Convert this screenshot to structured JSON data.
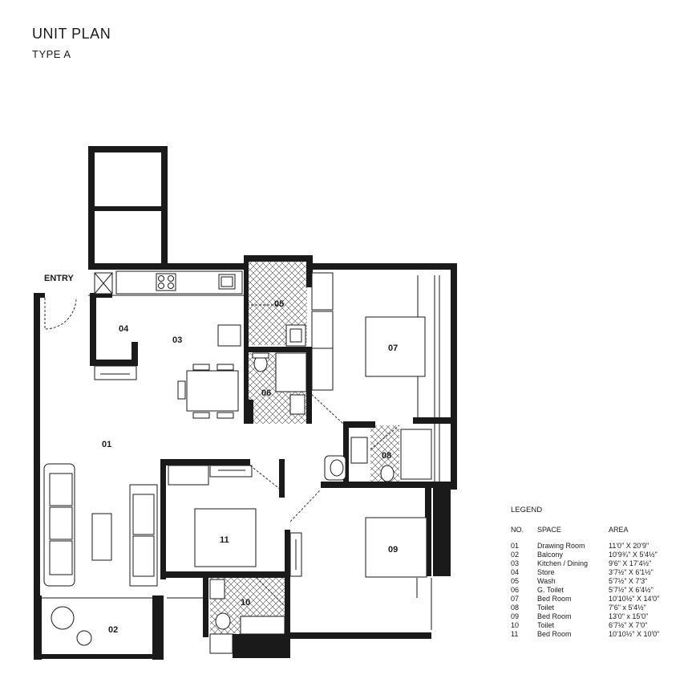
{
  "title": "UNIT PLAN",
  "subtitle": "TYPE A",
  "entry_label": "ENTRY",
  "rooms": [
    "01",
    "02",
    "03",
    "04",
    "05",
    "06",
    "07",
    "08",
    "09",
    "10",
    "11"
  ],
  "legend": {
    "title": "LEGEND",
    "headers": [
      "NO.",
      "SPACE",
      "AREA"
    ],
    "rows": [
      {
        "no": "01",
        "space": "Drawing Room",
        "area": "11'0\" X 20'9\""
      },
      {
        "no": "02",
        "space": "Balcony",
        "area": "10'9¾\" X 5'4½\""
      },
      {
        "no": "03",
        "space": "Kitchen / Dining",
        "area": "9'6\" X 17'4½\""
      },
      {
        "no": "04",
        "space": "Store",
        "area": "3'7½\" X 6'1½\""
      },
      {
        "no": "05",
        "space": "Wash",
        "area": "5'7½\" X 7'3\""
      },
      {
        "no": "06",
        "space": "G. Toilet",
        "area": "5'7½\" X 6'4½\""
      },
      {
        "no": "07",
        "space": "Bed Room",
        "area": "10'10½\" X 14'0\""
      },
      {
        "no": "08",
        "space": "Toilet",
        "area": "7'6\" x 5'4½\""
      },
      {
        "no": "09",
        "space": "Bed Room",
        "area": "13'0\" x 15'0\""
      },
      {
        "no": "10",
        "space": "Toilet",
        "area": "6'7½\" X 7'0\""
      },
      {
        "no": "11",
        "space": "Bed Room",
        "area": "10'10½\" X 10'0\""
      }
    ]
  },
  "colors": {
    "wall": "#1a1a1a",
    "hatch": "#6a6a6a",
    "background": "#ffffff"
  }
}
